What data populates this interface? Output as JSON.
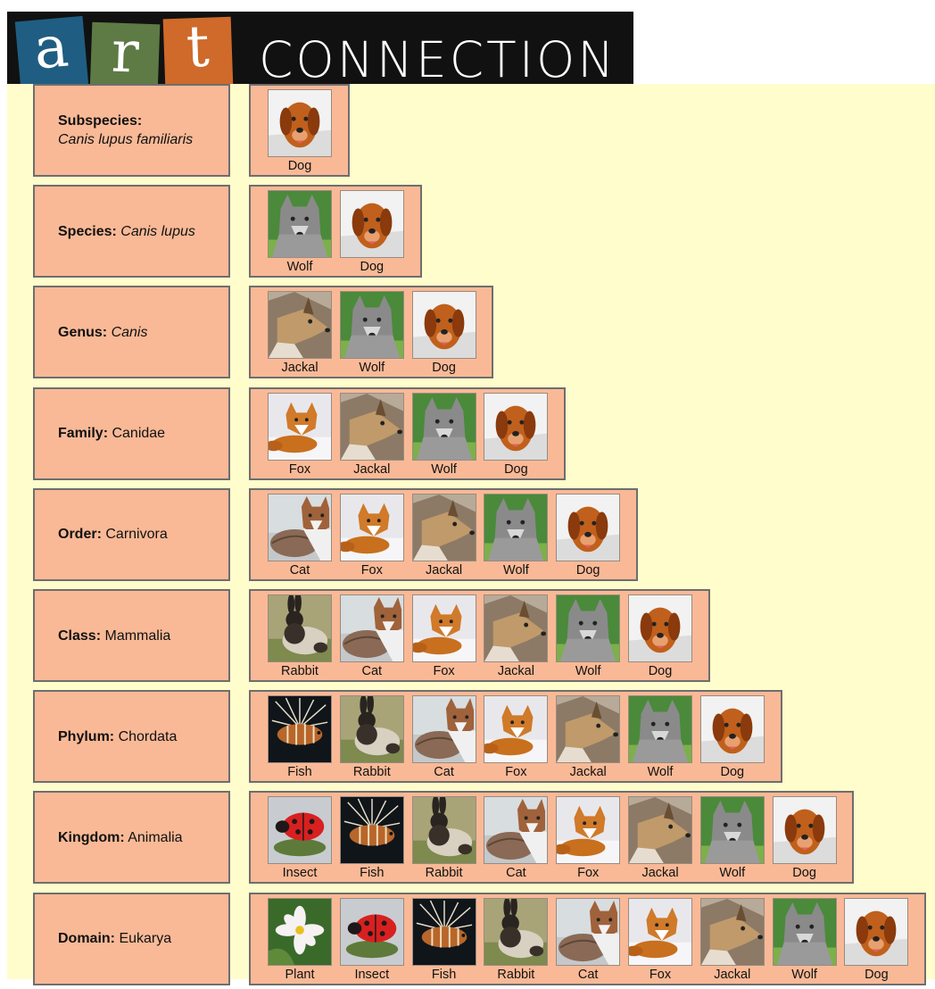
{
  "banner": {
    "letters": [
      "a",
      "r",
      "t"
    ],
    "title": "CONNECTION"
  },
  "rows": [
    {
      "rank": "Subspecies:",
      "name": "Canis lupus familiaris",
      "name_style": "italic",
      "name_break": true,
      "organisms": [
        "Dog"
      ]
    },
    {
      "rank": "Species:",
      "name": "Canis lupus",
      "name_style": "italic",
      "organisms": [
        "Wolf",
        "Dog"
      ]
    },
    {
      "rank": "Genus:",
      "name": "Canis",
      "name_style": "italic",
      "organisms": [
        "Jackal",
        "Wolf",
        "Dog"
      ]
    },
    {
      "rank": "Family:",
      "name": "Canidae",
      "name_style": "normal",
      "organisms": [
        "Fox",
        "Jackal",
        "Wolf",
        "Dog"
      ]
    },
    {
      "rank": "Order:",
      "name": "Carnivora",
      "name_style": "normal",
      "organisms": [
        "Cat",
        "Fox",
        "Jackal",
        "Wolf",
        "Dog"
      ]
    },
    {
      "rank": "Class:",
      "name": "Mammalia",
      "name_style": "normal",
      "organisms": [
        "Rabbit",
        "Cat",
        "Fox",
        "Jackal",
        "Wolf",
        "Dog"
      ]
    },
    {
      "rank": "Phylum:",
      "name": "Chordata",
      "name_style": "normal",
      "organisms": [
        "Fish",
        "Rabbit",
        "Cat",
        "Fox",
        "Jackal",
        "Wolf",
        "Dog"
      ]
    },
    {
      "rank": "Kingdom:",
      "name": "Animalia",
      "name_style": "normal",
      "organisms": [
        "Insect",
        "Fish",
        "Rabbit",
        "Cat",
        "Fox",
        "Jackal",
        "Wolf",
        "Dog"
      ]
    },
    {
      "rank": "Domain:",
      "name": "Eukarya",
      "name_style": "normal",
      "organisms": [
        "Plant",
        "Insect",
        "Fish",
        "Rabbit",
        "Cat",
        "Fox",
        "Jackal",
        "Wolf",
        "Dog"
      ]
    }
  ],
  "colors": {
    "banner_bg": "#111111",
    "tile_a": "#1f5e82",
    "tile_r": "#5e7a45",
    "tile_t": "#cf6a2a",
    "panel_bg": "#fffdcc",
    "box_fill": "#f9b996",
    "box_border": "#6e6e6e"
  }
}
